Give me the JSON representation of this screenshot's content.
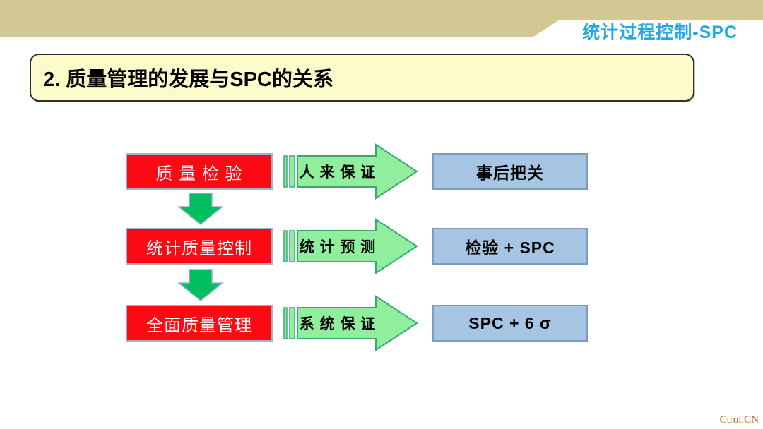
{
  "header": {
    "course_title": "统计过程控制-SPC",
    "band_color": "#d3c795",
    "course_title_color": "#1fa9e5"
  },
  "slide_title": "2. 质量管理的发展与SPC的关系",
  "diagram": {
    "rows": [
      {
        "stage": "质 量 检 验",
        "method": "人 来 保 证",
        "result": "事后把关"
      },
      {
        "stage": "统计质量控制",
        "method": "统 计 预 测",
        "result": "检验 + SPC"
      },
      {
        "stage": "全面质量管理",
        "method": "系 统 保 证",
        "result": "SPC + 6 σ"
      }
    ],
    "colors": {
      "stage_fill": "#fb0a14",
      "stage_border": "#9fb2c6",
      "stage_text": "#ffffff",
      "arrow_fill": "#90ee9c",
      "arrow_border": "#3aa876",
      "down_arrow_fill": "#00bf5e",
      "down_arrow_border": "#9ab0c8",
      "result_fill": "#a6c5e2",
      "result_border": "#7a9cc2",
      "title_box_fill": "#fbfcc9"
    }
  },
  "watermark": {
    "text": "Ctrol.CN",
    "color": "#c2620e"
  }
}
